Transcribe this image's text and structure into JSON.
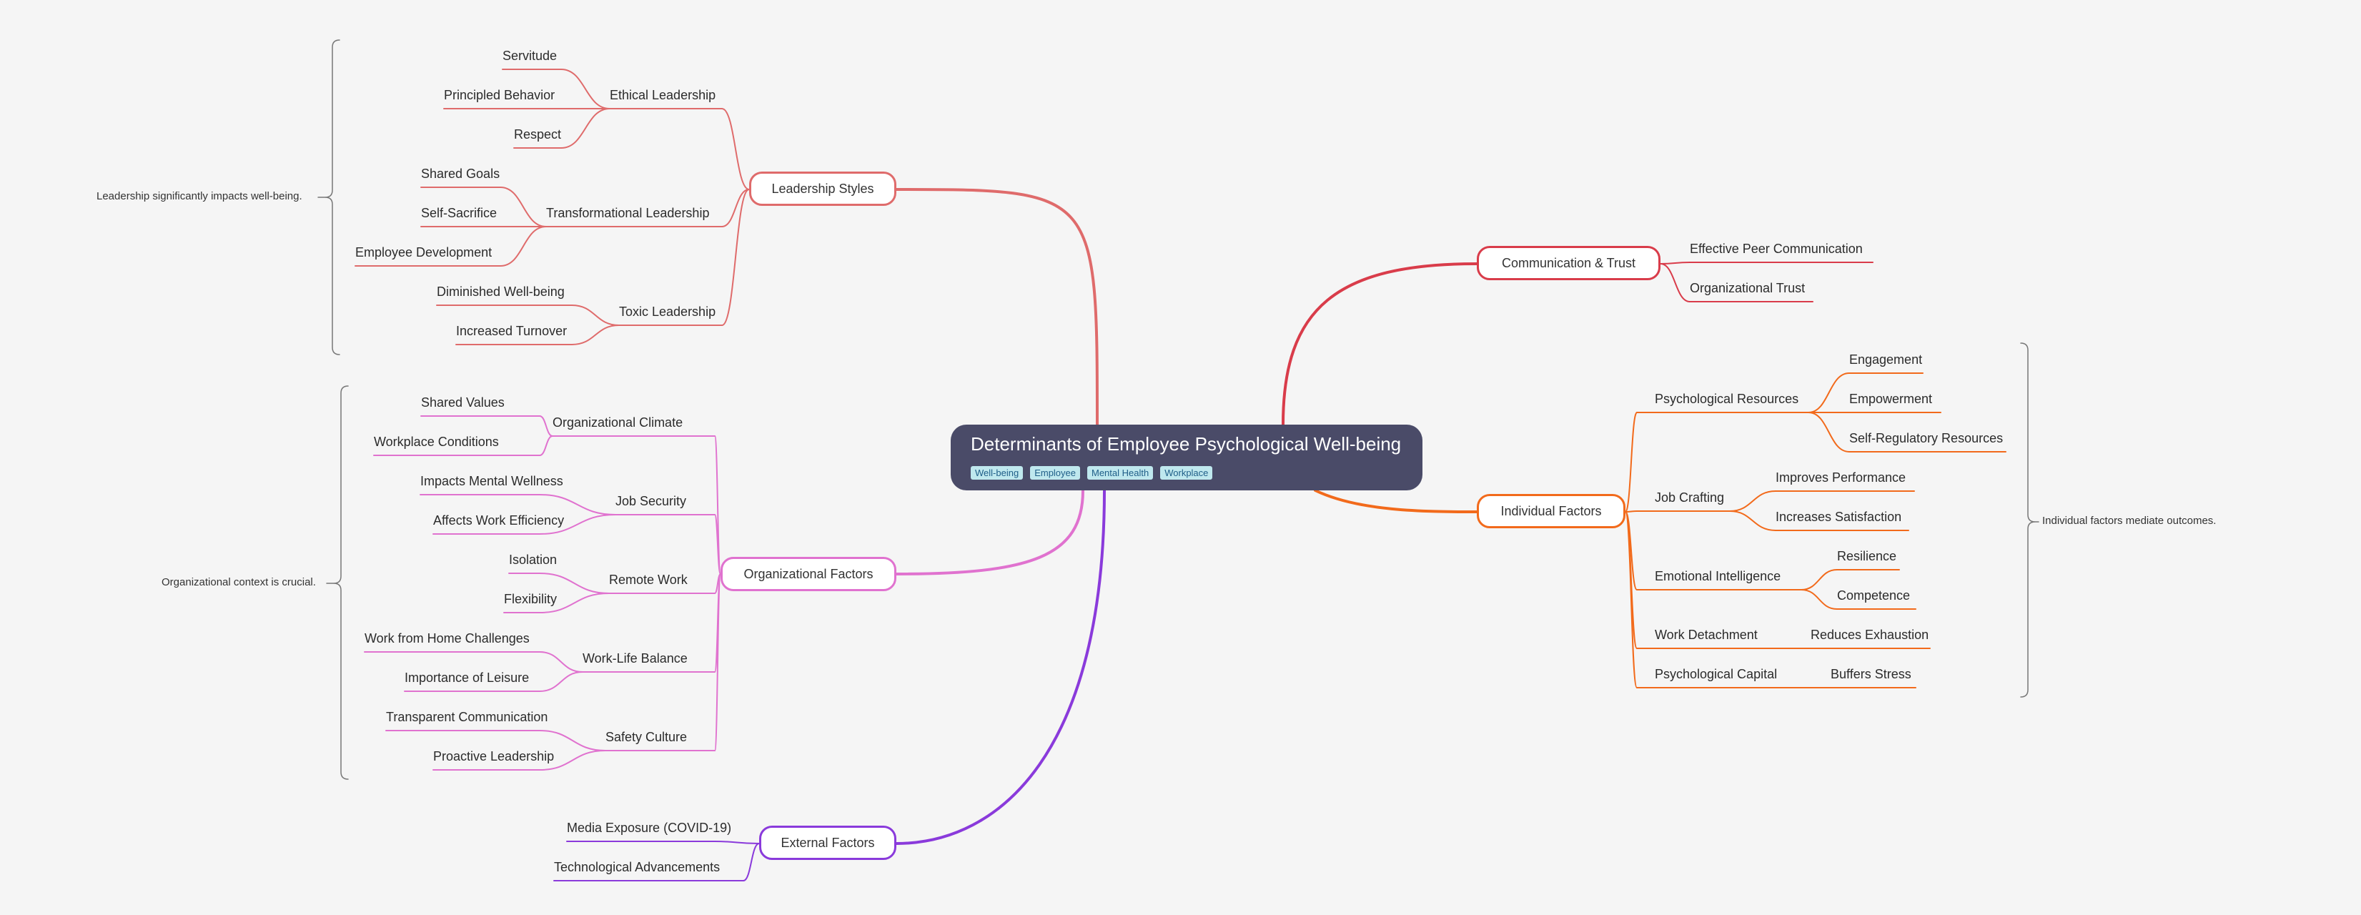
{
  "root": {
    "title": "Determinants of Employee Psychological Well-being",
    "tags": [
      "Well-being",
      "Employee",
      "Mental Health",
      "Workplace"
    ]
  },
  "colors": {
    "background": "#f5f5f5",
    "root_fill": "#4a4b68",
    "tag_fill": "#bfe8ee",
    "leadership": "#df6b6b",
    "organizational": "#e072cf",
    "external": "#8a3adb",
    "communication": "#d93c4a",
    "individual": "#f26a1b"
  },
  "branches": {
    "leadership": {
      "label": "Leadership Styles",
      "summary": "Leadership significantly impacts well-being.",
      "children": [
        {
          "label": "Ethical Leadership",
          "children": [
            "Servitude",
            "Principled Behavior",
            "Respect"
          ]
        },
        {
          "label": "Transformational Leadership",
          "children": [
            "Shared Goals",
            "Self-Sacrifice",
            "Employee Development"
          ]
        },
        {
          "label": "Toxic Leadership",
          "children": [
            "Diminished Well-being",
            "Increased Turnover"
          ]
        }
      ]
    },
    "organizational": {
      "label": "Organizational Factors",
      "summary": "Organizational context is crucial.",
      "children": [
        {
          "label": "Organizational Climate",
          "children": [
            "Shared Values",
            "Workplace Conditions"
          ]
        },
        {
          "label": "Job Security",
          "children": [
            "Impacts Mental Wellness",
            "Affects Work Efficiency"
          ]
        },
        {
          "label": "Remote Work",
          "children": [
            "Isolation",
            "Flexibility"
          ]
        },
        {
          "label": "Work-Life Balance",
          "children": [
            "Work from Home Challenges",
            "Importance of Leisure"
          ]
        },
        {
          "label": "Safety Culture",
          "children": [
            "Transparent Communication",
            "Proactive Leadership"
          ]
        }
      ]
    },
    "external": {
      "label": "External Factors",
      "children": [
        "Media Exposure (COVID-19)",
        "Technological Advancements"
      ]
    },
    "communication": {
      "label": "Communication & Trust",
      "children": [
        "Effective Peer Communication",
        "Organizational Trust"
      ]
    },
    "individual": {
      "label": "Individual Factors",
      "summary": "Individual factors mediate outcomes.",
      "children": [
        {
          "label": "Psychological Resources",
          "children": [
            "Engagement",
            "Empowerment",
            "Self-Regulatory Resources"
          ]
        },
        {
          "label": "Job Crafting",
          "children": [
            "Improves Performance",
            "Increases Satisfaction"
          ]
        },
        {
          "label": "Emotional Intelligence",
          "children": [
            "Resilience",
            "Competence"
          ]
        },
        {
          "label": "Work Detachment",
          "children": [
            "Reduces Exhaustion"
          ]
        },
        {
          "label": "Psychological Capital",
          "children": [
            "Buffers Stress"
          ]
        }
      ]
    }
  }
}
